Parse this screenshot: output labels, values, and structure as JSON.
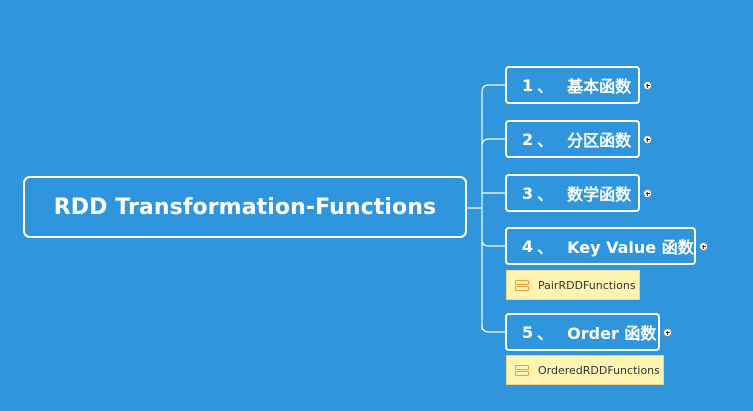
{
  "root": {
    "label": "RDD Transformation-Functions"
  },
  "branches": [
    {
      "number": "1",
      "separator": "、",
      "label": "基本函数",
      "expand_icon": "plus-circle-icon"
    },
    {
      "number": "2",
      "separator": "、",
      "label": "分区函数",
      "expand_icon": "plus-circle-icon"
    },
    {
      "number": "3",
      "separator": "、",
      "label": "数学函数",
      "expand_icon": "plus-circle-icon"
    },
    {
      "number": "4",
      "separator": "、",
      "label": "Key Value 函数",
      "expand_icon": "plus-circle-icon"
    },
    {
      "number": "5",
      "separator": "、",
      "label": "Order 函数",
      "expand_icon": "plus-circle-icon"
    }
  ],
  "notes": [
    {
      "text": "PairRDDFunctions",
      "icon": "note-icon"
    },
    {
      "text": "OrderedRDDFunctions",
      "icon": "note-icon"
    }
  ],
  "colors": {
    "background": "#2f96de",
    "node_border": "#ffffff",
    "note_background": "#fff5b3",
    "note_icon": "#e9a23b"
  }
}
